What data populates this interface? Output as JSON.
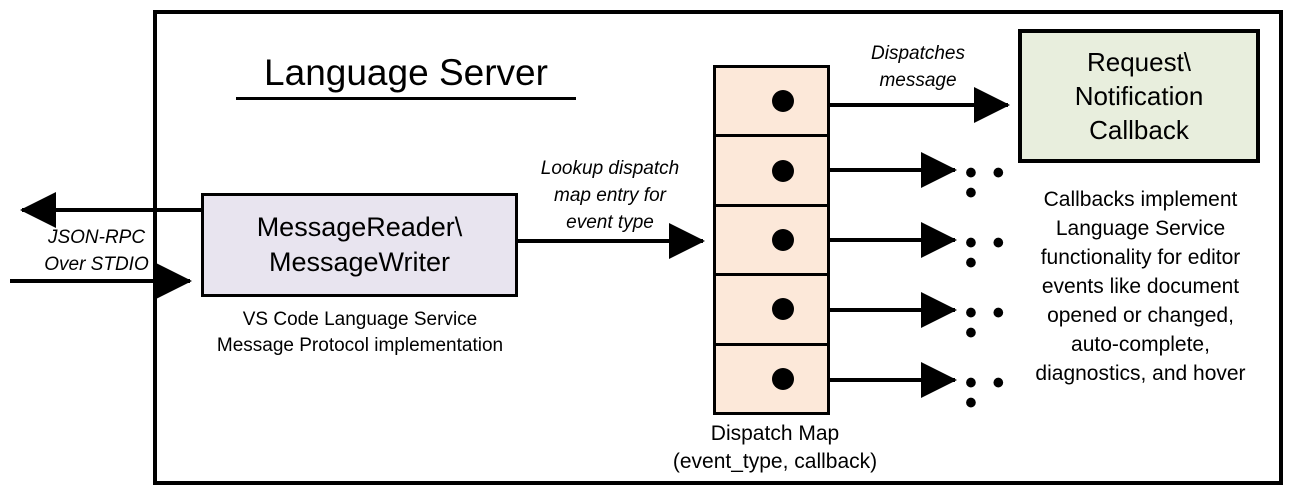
{
  "diagram": {
    "title": "Language Server",
    "external_protocol_label": "JSON-RPC\nOver STDIO",
    "external_protocol_line1": "JSON-RPC",
    "external_protocol_line2": "Over STDIO",
    "message_box": {
      "line1": "MessageReader\\",
      "line2": "MessageWriter",
      "caption_line1": "VS Code Language Service",
      "caption_line2": "Message Protocol implementation",
      "fill_color": "#e8e4ef"
    },
    "lookup_label": {
      "line1": "Lookup dispatch",
      "line2": "map entry for",
      "line3": "event type"
    },
    "dispatch_map": {
      "caption_line1": "Dispatch Map",
      "caption_line2": "(event_type, callback)",
      "fill_color": "#fce8d9",
      "rows": [
        {
          "index": 1,
          "outlet": "callback-box"
        },
        {
          "index": 2,
          "outlet": "ellipsis"
        },
        {
          "index": 3,
          "outlet": "ellipsis"
        },
        {
          "index": 4,
          "outlet": "ellipsis"
        },
        {
          "index": 5,
          "outlet": "ellipsis"
        }
      ],
      "ellipsis_glyph": "• • •"
    },
    "dispatch_label": {
      "line1": "Dispatches",
      "line2": "message"
    },
    "callback_box": {
      "line1": "Request\\",
      "line2": "Notification",
      "line3": "Callback",
      "fill_color": "#e8eedd",
      "caption_line1": "Callbacks implement",
      "caption_line2": "Language Service",
      "caption_line3": "functionality for editor",
      "caption_line4": "events like document",
      "caption_line5": "opened or changed,",
      "caption_line6": "auto-complete,",
      "caption_line7": "diagnostics, and hover"
    },
    "stroke_color": "#000000",
    "background_color": "#ffffff"
  }
}
